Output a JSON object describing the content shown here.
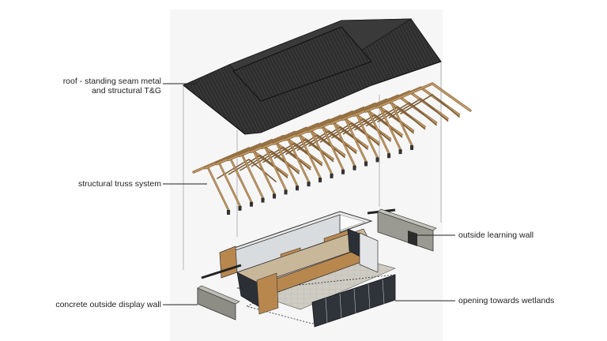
{
  "labels": {
    "roof_line1": "roof - standing seam metal",
    "roof_line2": "and structural T&G",
    "truss": "structural truss system",
    "concrete_wall": "concrete outside display wall",
    "learning_wall": "outside learning wall",
    "wetlands": "opening towards wetlands"
  },
  "colors": {
    "roof": "#2e2e2e",
    "roof_ridge": "#4a4a4a",
    "timber": "#c49a62",
    "timber_dark": "#7a5a34",
    "wall_panel": "#b8874e",
    "glazing": "#2b2f36",
    "concrete": "#8d8d86",
    "floor": "#c9c6bd",
    "guide_line": "#9a9a9a"
  },
  "truss_count": 17
}
